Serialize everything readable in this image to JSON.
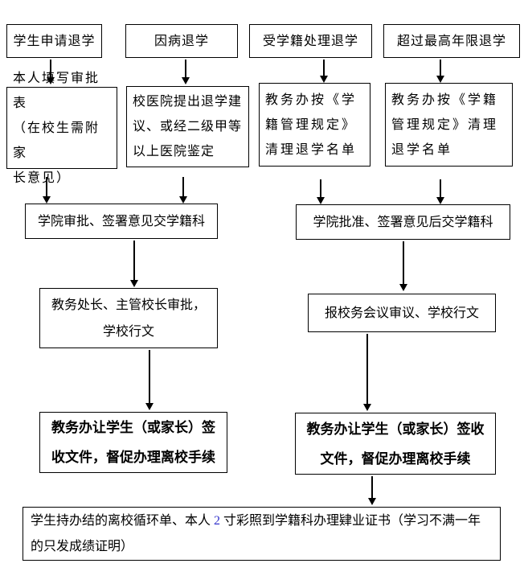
{
  "flowchart": {
    "background": "#ffffff",
    "border_color": "#000000",
    "text_color": "#000000",
    "digit_color": "#3333cc",
    "entries": {
      "student_apply": "学生申请退学",
      "illness": "因病退学",
      "status_processing": "受学籍处理退学",
      "exceed_years": "超过最高年限退学"
    },
    "steps": {
      "fill_form": "本人填写审批表\n（在校生需附家\n长意见）",
      "hospital": "校医院提出退学建\n议、或经二级甲等\n以上医院鉴定",
      "office_list_a": "教务办按《学\n籍管理规定》\n清理退学名单",
      "office_list_b": "教务办按《学籍\n管理规定》清理\n退学名单",
      "college_left": "学院审批、签署意见交学籍科",
      "college_right": "学院批准、签署意见后交学籍科",
      "dean_approve": "教务处长、主管校长审批，\n学校行文",
      "council_review": "报校务会议审议、学校行文",
      "sign_left": "教务办让学生（或家长）签\n收文件，督促办理离校手续",
      "sign_right": "教务办让学生（或家长）签收\n文件，督促办理离校手续"
    },
    "final": {
      "text_before": "学生持办结的离校循环单、本人 ",
      "photo_size": "2",
      "text_after": " 寸彩照到学籍科办理肄业证书（学习不满一年的只发成绩证明）"
    }
  }
}
